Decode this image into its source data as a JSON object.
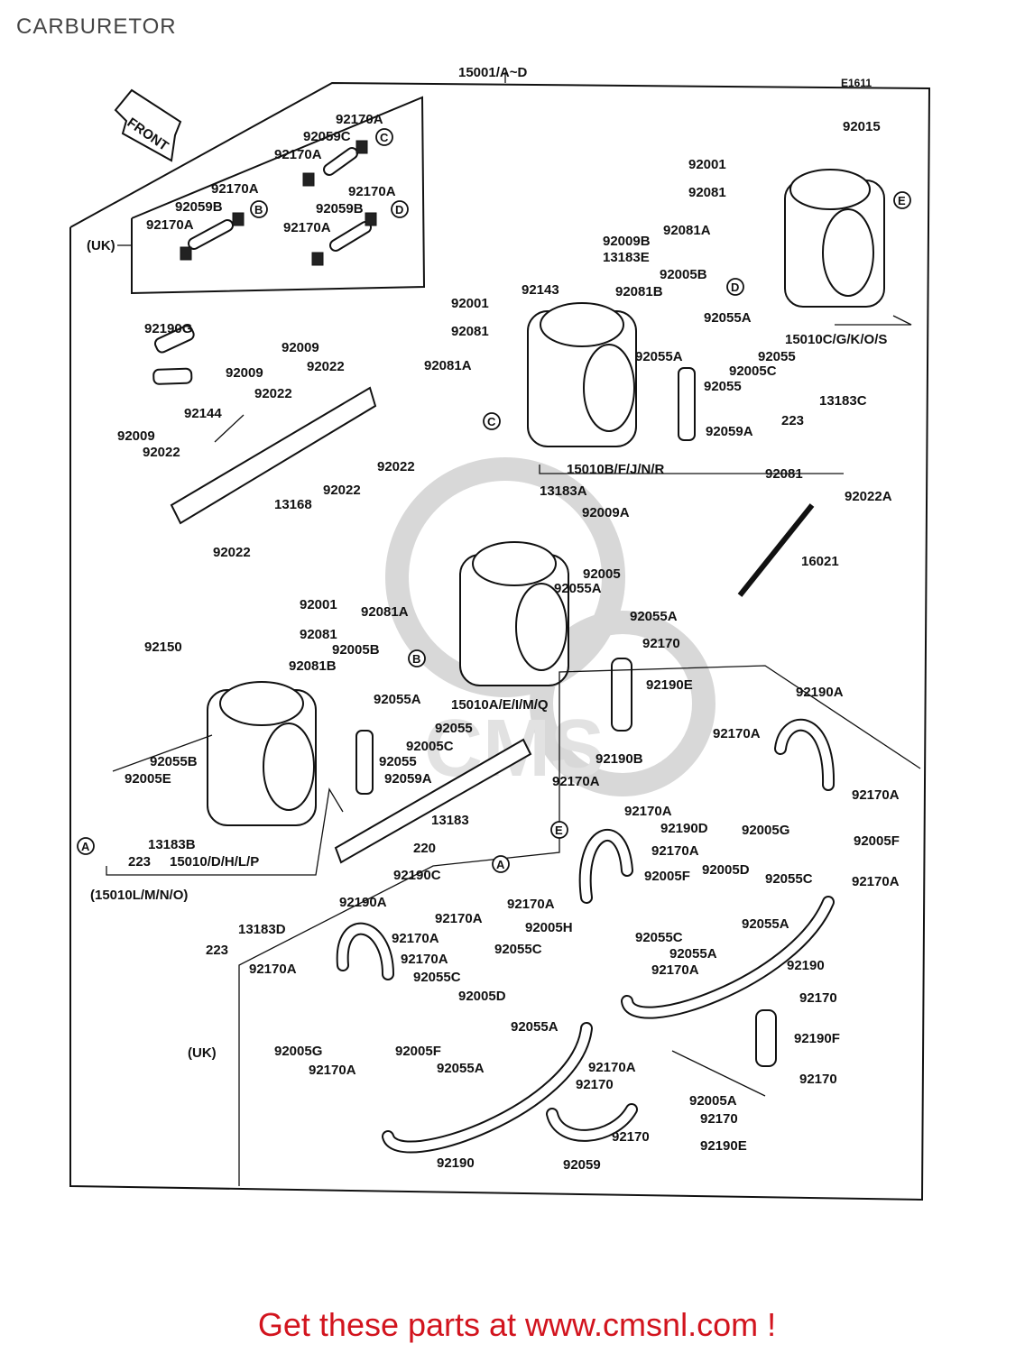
{
  "page": {
    "title": "CARBURETOR",
    "footer": "Get these parts at www.cmsnl.com !"
  },
  "diagram": {
    "code": "E1611",
    "assembly_label": "15001/A~D",
    "front_label": "FRONT",
    "uk_labels": [
      "(UK)",
      "(UK)"
    ],
    "callouts": [
      "A",
      "B",
      "C",
      "D",
      "E"
    ],
    "part_labels": [
      "92170A",
      "92059C",
      "92170A",
      "92170A",
      "92059B",
      "92170A",
      "92170A",
      "92059B",
      "92170A",
      "92015",
      "92001",
      "92081",
      "92081A",
      "92009B",
      "13183E",
      "92143",
      "92001",
      "92081B",
      "92005B",
      "92081",
      "92055A",
      "92081A",
      "92055A",
      "15010C/G/K/O/S",
      "92055",
      "92005C",
      "92055",
      "13183C",
      "223",
      "92059A",
      "15010B/F/J/N/R",
      "92190G",
      "92009",
      "92009",
      "92022",
      "92022",
      "92144",
      "92009",
      "92022",
      "92022",
      "13168",
      "92022",
      "92022",
      "13183A",
      "92009A",
      "92081",
      "92022A",
      "16021",
      "92005",
      "92055A",
      "92055A",
      "92001",
      "92081A",
      "92081",
      "92150",
      "92005B",
      "92081B",
      "92170",
      "92055A",
      "15010A/E/I/M/Q",
      "92190E",
      "92055",
      "92005C",
      "92055",
      "92059A",
      "92055B",
      "92005E",
      "92190A",
      "92170A",
      "92190B",
      "92170A",
      "13183",
      "92170A",
      "92170A",
      "92005G",
      "13183B",
      "223",
      "15010/D/H/L/P",
      "(15010L/M/N/O)",
      "220",
      "92190D",
      "92170A",
      "92005F",
      "92190C",
      "92170A",
      "92005F",
      "92005D",
      "92055C",
      "92170A",
      "92190A",
      "13183D",
      "92170A",
      "223",
      "92170A",
      "92055C",
      "92005H",
      "92055A",
      "92170A",
      "92055C",
      "92055C",
      "92055A",
      "92005D",
      "92170A",
      "92190",
      "92170A",
      "92170",
      "92055A",
      "92005G",
      "92005F",
      "92170A",
      "92190F",
      "92055A",
      "92170A",
      "92170",
      "92170",
      "92005A",
      "92170",
      "92170",
      "92190E",
      "92190",
      "92059"
    ]
  }
}
